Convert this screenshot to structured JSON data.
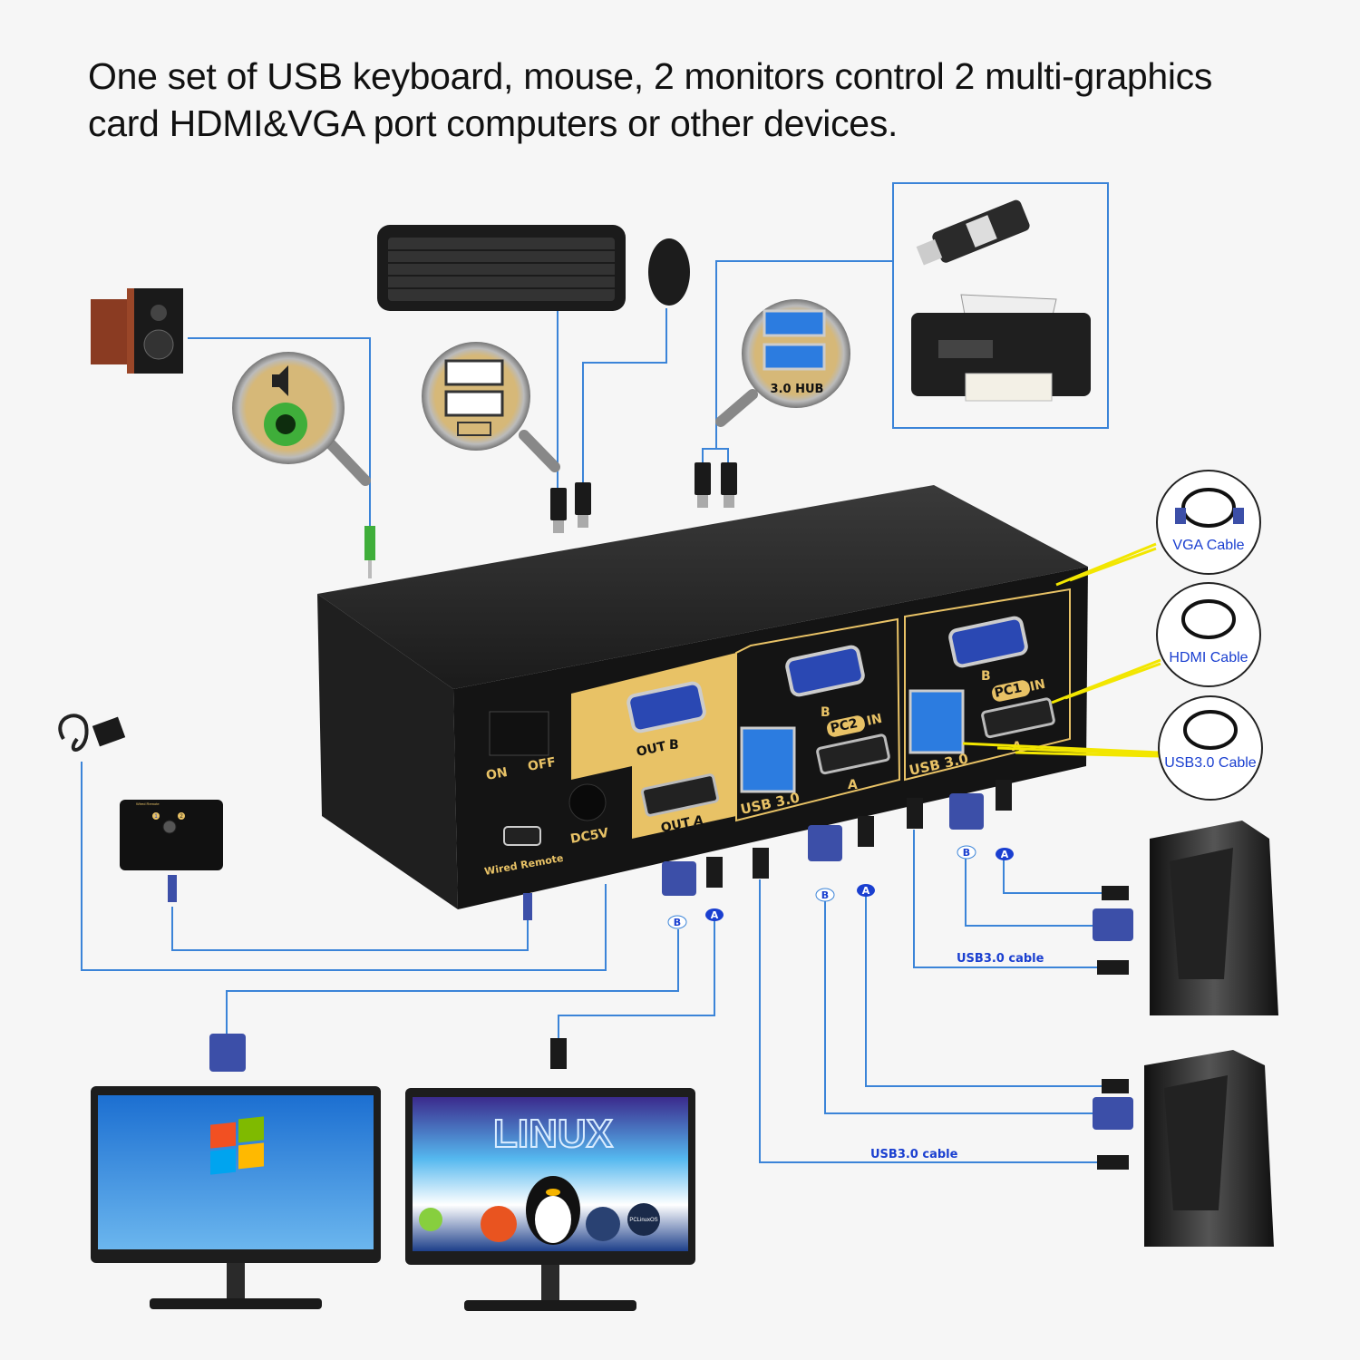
{
  "header": {
    "title_line1": "One set of USB keyboard, mouse, 2 monitors control 2 multi-graphics",
    "title_line2": "card HDMI&VGA port computers or other devices."
  },
  "magnifiers": {
    "hub_label": "3.0 HUB"
  },
  "cables": {
    "vga": "VGA Cable",
    "hdmi": "HDMI Cable",
    "usb": "USB3.0 Cable"
  },
  "kvm_panel": {
    "on": "ON",
    "off": "OFF",
    "out_b": "OUT",
    "out_b_letter": "B",
    "out_a": "OUT",
    "out_a_letter": "A",
    "dc": "DC5V",
    "wired_remote": "Wired Remote",
    "pc2_usb": "USB 3.0",
    "pc2_in": "PC2",
    "pc2_in_suffix": "IN",
    "pc2_b": "B",
    "pc2_a": "A",
    "pc1_usb": "USB 3.0",
    "pc1_in": "PC1",
    "pc1_in_suffix": "IN",
    "pc1_b": "B",
    "pc1_a": "A"
  },
  "connector_tags": {
    "a": "A",
    "b": "B"
  },
  "remote": {
    "label": "Wired Remote",
    "btn1": "1",
    "btn2": "2"
  },
  "usb_cable_label": "USB3.0 cable",
  "monitors": {
    "linux_text": "LINUX",
    "pclinuxos": "PCLinuxOS"
  },
  "colors": {
    "line": "#3b84d8",
    "gold": "#e8c266",
    "vga_blue": "#3c4fa8",
    "cable_label_blue": "#1a3fd0",
    "yellow_ray": "#f2e600"
  }
}
